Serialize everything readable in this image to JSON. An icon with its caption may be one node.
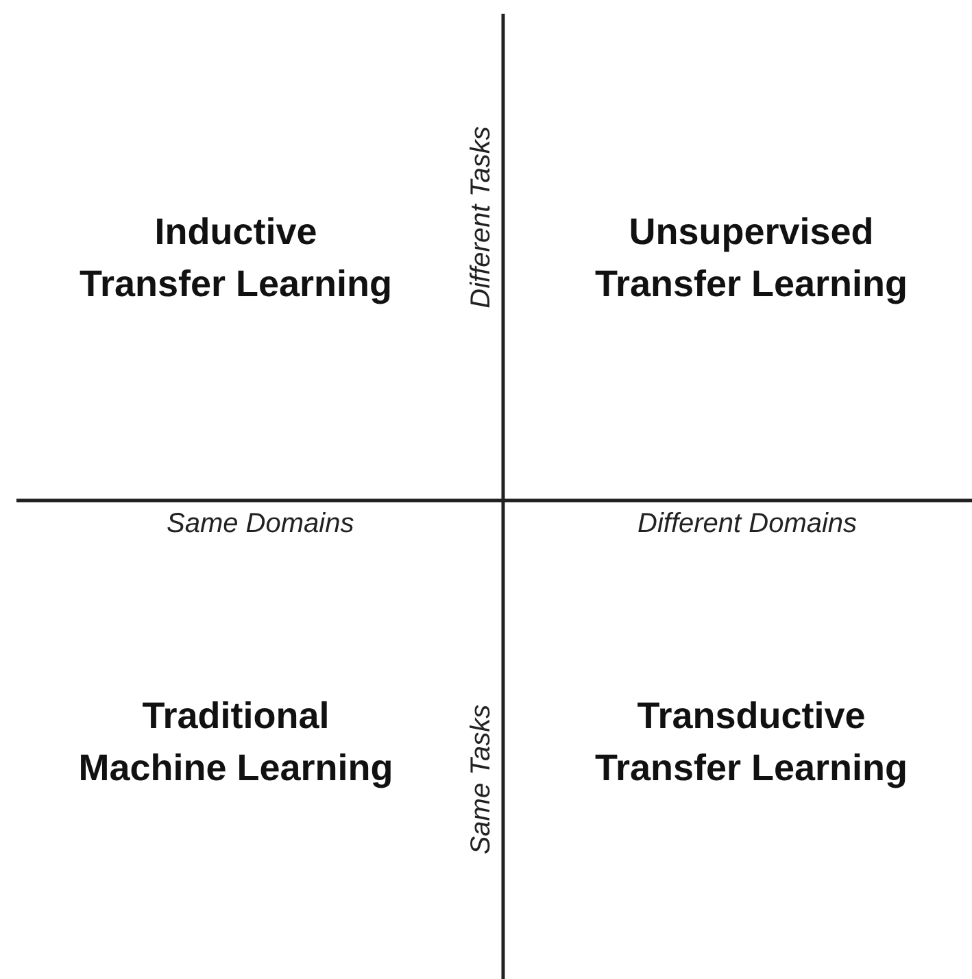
{
  "diagram": {
    "labels": [
      "Inductive Transfer Learning",
      "Different Tasks",
      "Unsupervised Transfer Learning",
      "Same Domains",
      "Different Domains",
      "Traditional Machine Learning",
      "Same Tasks",
      "Transductive Transfer Learning"
    ]
  }
}
